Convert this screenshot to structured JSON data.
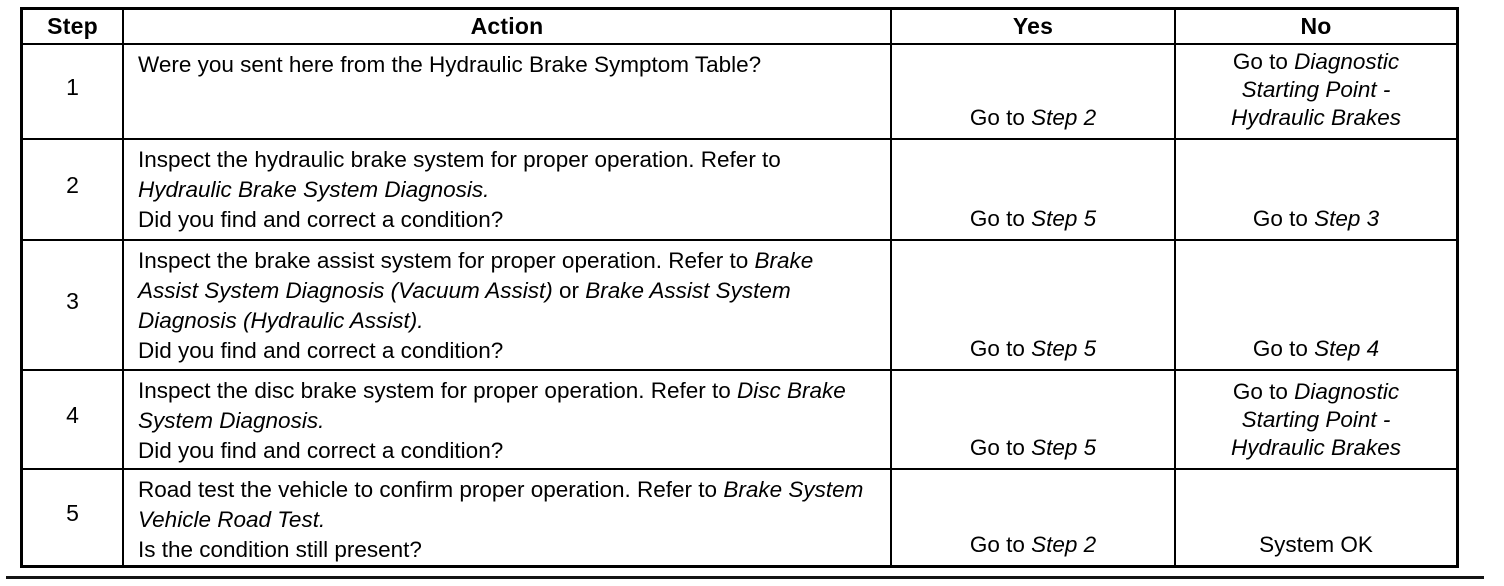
{
  "table": {
    "headers": [
      "Step",
      "Action",
      "Yes",
      "No"
    ],
    "rows": [
      {
        "step": "1",
        "action": [
          [
            {
              "t": "Were you sent here from the Hydraulic Brake Symptom Table?"
            }
          ]
        ],
        "yes": [
          {
            "t": "Go to "
          },
          {
            "t": "Step 2",
            "i": true
          }
        ],
        "no": [
          {
            "t": "Go to "
          },
          {
            "t": "Diagnostic",
            "i": true
          },
          {
            "br": true
          },
          {
            "t": "Starting Point -",
            "i": true
          },
          {
            "br": true
          },
          {
            "t": "Hydraulic Brakes",
            "i": true
          }
        ]
      },
      {
        "step": "2",
        "action": [
          [
            {
              "t": "Inspect the hydraulic brake system for proper operation. Refer to "
            },
            {
              "t": "Hydraulic Brake System Diagnosis.",
              "i": true
            }
          ],
          [
            {
              "t": "Did you find and correct a condition?"
            }
          ]
        ],
        "yes": [
          {
            "t": "Go to "
          },
          {
            "t": "Step 5",
            "i": true
          }
        ],
        "no": [
          {
            "t": "Go to "
          },
          {
            "t": "Step 3",
            "i": true
          }
        ]
      },
      {
        "step": "3",
        "action": [
          [
            {
              "t": "Inspect the brake assist system for proper operation. Refer to "
            },
            {
              "t": "Brake Assist System Diagnosis (Vacuum Assist)",
              "i": true
            },
            {
              "t": " or "
            },
            {
              "t": "Brake Assist System Diagnosis (Hydraulic Assist).",
              "i": true
            }
          ],
          [
            {
              "t": "Did you find and correct a condition?"
            }
          ]
        ],
        "yes": [
          {
            "t": "Go to "
          },
          {
            "t": "Step 5",
            "i": true
          }
        ],
        "no": [
          {
            "t": "Go to "
          },
          {
            "t": "Step 4",
            "i": true
          }
        ]
      },
      {
        "step": "4",
        "action": [
          [
            {
              "t": "Inspect the disc brake system for proper operation. Refer to "
            },
            {
              "t": "Disc Brake System Diagnosis.",
              "i": true
            }
          ],
          [
            {
              "t": "Did you find and correct a condition?"
            }
          ]
        ],
        "yes": [
          {
            "t": "Go to "
          },
          {
            "t": "Step 5",
            "i": true
          }
        ],
        "no": [
          {
            "t": "Go to "
          },
          {
            "t": "Diagnostic",
            "i": true
          },
          {
            "br": true
          },
          {
            "t": "Starting Point -",
            "i": true
          },
          {
            "br": true
          },
          {
            "t": "Hydraulic Brakes",
            "i": true
          }
        ]
      },
      {
        "step": "5",
        "action": [
          [
            {
              "t": "Road test the vehicle to confirm proper operation. Refer to "
            },
            {
              "t": "Brake System Vehicle Road Test.",
              "i": true
            }
          ],
          [
            {
              "t": "Is the condition still present?"
            }
          ]
        ],
        "yes": [
          {
            "t": "Go to "
          },
          {
            "t": "Step 2",
            "i": true
          }
        ],
        "no": [
          {
            "t": "System OK"
          }
        ]
      }
    ]
  }
}
